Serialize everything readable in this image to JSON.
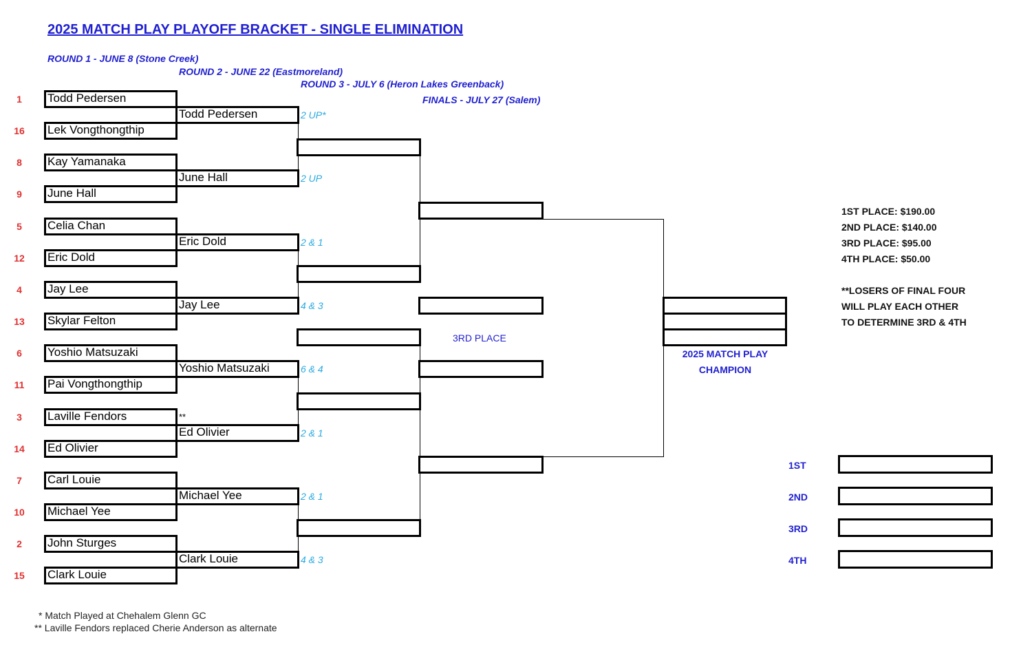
{
  "title": "2025 MATCH PLAY PLAYOFF BRACKET - SINGLE ELIMINATION",
  "rounds": {
    "r1": "ROUND 1 - JUNE 8 (Stone Creek)",
    "r2": "ROUND 2 - JUNE 22 (Eastmoreland)",
    "r3": "ROUND 3 - JULY 6 (Heron Lakes Greenback)",
    "finals": "FINALS - JULY 27 (Salem)"
  },
  "round1": [
    {
      "seed": "1",
      "name": "Todd Pedersen"
    },
    {
      "seed": "16",
      "name": "Lek Vongthongthip"
    },
    {
      "seed": "8",
      "name": "Kay Yamanaka"
    },
    {
      "seed": "9",
      "name": "June Hall"
    },
    {
      "seed": "5",
      "name": "Celia Chan"
    },
    {
      "seed": "12",
      "name": "Eric Dold"
    },
    {
      "seed": "4",
      "name": "Jay Lee"
    },
    {
      "seed": "13",
      "name": "Skylar Felton"
    },
    {
      "seed": "6",
      "name": "Yoshio Matsuzaki"
    },
    {
      "seed": "11",
      "name": "Pai Vongthongthip"
    },
    {
      "seed": "3",
      "name": "Laville Fendors"
    },
    {
      "seed": "14",
      "name": "Ed Olivier"
    },
    {
      "seed": "7",
      "name": "Carl Louie"
    },
    {
      "seed": "10",
      "name": "Michael Yee"
    },
    {
      "seed": "2",
      "name": "John Sturges"
    },
    {
      "seed": "15",
      "name": "Clark Louie"
    }
  ],
  "round2": [
    {
      "name": "Todd Pedersen",
      "score": "2 UP*"
    },
    {
      "name": "June Hall",
      "score": "2 UP"
    },
    {
      "name": "Eric Dold",
      "score": "2 & 1"
    },
    {
      "name": "Jay Lee",
      "score": "4 & 3"
    },
    {
      "name": "Yoshio Matsuzaki",
      "score": "6 & 4"
    },
    {
      "name": "Ed Olivier",
      "score": "2 & 1"
    },
    {
      "name": "Michael Yee",
      "score": "2 & 1"
    },
    {
      "name": "Clark Louie",
      "score": "4 & 3"
    }
  ],
  "alternate_mark": "**",
  "third_place_label": "3RD PLACE",
  "champion": {
    "line1": "2025 MATCH PLAY",
    "line2": "CHAMPION"
  },
  "prizes": [
    "1ST PLACE: $190.00",
    "2ND PLACE: $140.00",
    "3RD PLACE: $95.00",
    "4TH PLACE: $50.00"
  ],
  "note_lines": [
    "**LOSERS OF FINAL FOUR",
    "WILL PLAY EACH OTHER",
    "TO DETERMINE 3RD & 4TH"
  ],
  "places": [
    "1ST",
    "2ND",
    "3RD",
    "4TH"
  ],
  "footnotes": [
    "*  Match Played at Chehalem Glenn GC",
    "**  Laville Fendors replaced Cherie Anderson as alternate"
  ],
  "colors": {
    "title_blue": "#1f1fd0",
    "seed_red": "#e03030",
    "score_cyan": "#29a9e0"
  }
}
